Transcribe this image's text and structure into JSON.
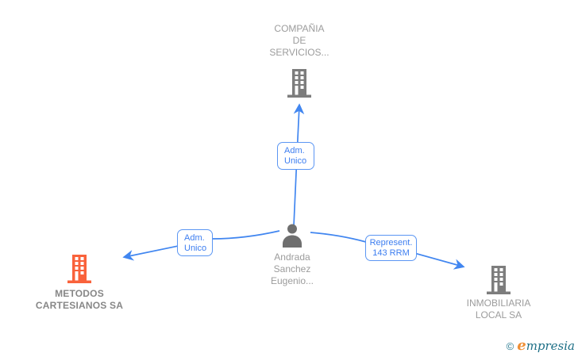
{
  "diagram": {
    "colors": {
      "edge_blue": "#4186f0",
      "box_border_blue": "#5b96f3",
      "box_text_blue": "#3d7ef0",
      "building_gray": "#7d7d7d",
      "person_gray": "#6f6f6f",
      "highlight_orange": "#f9623b",
      "label_gray": "#9c9c9c",
      "label_dark_gray": "#878787"
    },
    "nodes": {
      "company_top": {
        "label_lines": [
          "COMPAÑIA",
          "DE",
          "SERVICIOS..."
        ],
        "icon": "building-icon",
        "color": "#7d7d7d"
      },
      "person": {
        "label_lines": [
          "Andrada",
          "Sanchez",
          "Eugenio..."
        ],
        "icon": "person-icon",
        "color": "#6f6f6f"
      },
      "company_left": {
        "label_lines": [
          "METODOS",
          "CARTESIANOS SA"
        ],
        "icon": "building-icon",
        "color": "#f9623b"
      },
      "company_right": {
        "label_lines": [
          "INMOBILIARIA",
          "LOCAL SA"
        ],
        "icon": "building-icon",
        "color": "#7d7d7d"
      }
    },
    "edge_labels": {
      "top": {
        "lines": [
          "Adm.",
          "Unico"
        ]
      },
      "left": {
        "lines": [
          "Adm.",
          "Unico"
        ]
      },
      "right": {
        "lines": [
          "Represent.",
          "143 RRM"
        ]
      }
    }
  },
  "footer": {
    "copyright_symbol": "©",
    "brand_initial": "e",
    "brand_rest": "mpresia"
  }
}
